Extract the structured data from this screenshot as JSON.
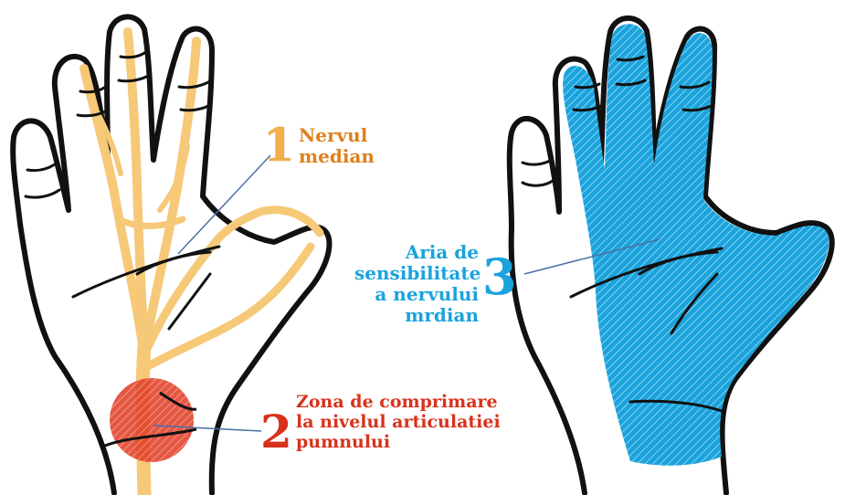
{
  "labels": {
    "nerve": {
      "number": "1",
      "lines": [
        "Nervul",
        "median"
      ]
    },
    "compression": {
      "number": "2",
      "lines": [
        "Zona de comprimare",
        "la nivelul articulatiei",
        "pumnului"
      ]
    },
    "area": {
      "number": "3",
      "lines": [
        "Aria de",
        "sensibilitate",
        "a nervului",
        "mrdian"
      ]
    }
  },
  "colors": {
    "nerve": "#f6c978",
    "nerve_text": "#e07f1c",
    "compression": "#d8321c",
    "area": "#1aa3dc",
    "outline": "#111111"
  }
}
